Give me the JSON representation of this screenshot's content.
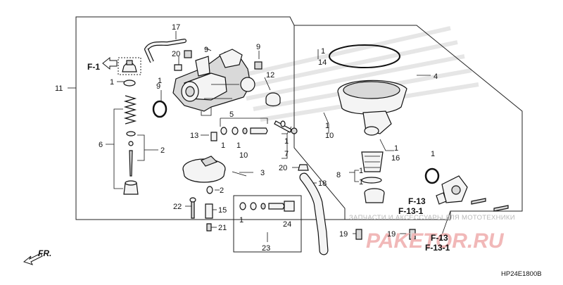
{
  "diagram": {
    "code": "HP24E1800B",
    "direction_label": "FR.",
    "ref_left": "F-1",
    "ref_lower_1": "F-13",
    "ref_lower_2": "F-13-1",
    "ref_right_1": "F-13",
    "ref_right_2": "F-13-1",
    "watermark_text": "ЗАПЧАСТИ И АКСЕССУАРЫ ДЛЯ МОТОТЕХНИКИ",
    "watermark_logo": "PAKETOR.RU"
  },
  "callouts": [
    {
      "id": "c17",
      "text": "17"
    },
    {
      "id": "c9a",
      "text": "9"
    },
    {
      "id": "c20a",
      "text": "20"
    },
    {
      "id": "c9b",
      "text": "9"
    },
    {
      "id": "c1a",
      "text": "1"
    },
    {
      "id": "c14",
      "text": "14"
    },
    {
      "id": "c4",
      "text": "4"
    },
    {
      "id": "c11",
      "text": "11"
    },
    {
      "id": "c1b",
      "text": "1"
    },
    {
      "id": "c1c",
      "text": "1"
    },
    {
      "id": "c9c",
      "text": "9"
    },
    {
      "id": "c12",
      "text": "12"
    },
    {
      "id": "c1d",
      "text": "1"
    },
    {
      "id": "c10a",
      "text": "10"
    },
    {
      "id": "c5",
      "text": "5"
    },
    {
      "id": "c6",
      "text": "6"
    },
    {
      "id": "c2a",
      "text": "2"
    },
    {
      "id": "c13",
      "text": "13"
    },
    {
      "id": "c1e",
      "text": "1"
    },
    {
      "id": "c1f",
      "text": "1"
    },
    {
      "id": "c10b",
      "text": "10"
    },
    {
      "id": "c1g",
      "text": "1"
    },
    {
      "id": "c7",
      "text": "7"
    },
    {
      "id": "c1h",
      "text": "1"
    },
    {
      "id": "c16",
      "text": "16"
    },
    {
      "id": "c1i",
      "text": "1"
    },
    {
      "id": "c20b",
      "text": "20"
    },
    {
      "id": "c3",
      "text": "3"
    },
    {
      "id": "c1j",
      "text": "1"
    },
    {
      "id": "c8",
      "text": "8"
    },
    {
      "id": "c1k",
      "text": "1"
    },
    {
      "id": "c18",
      "text": "18"
    },
    {
      "id": "c2b",
      "text": "2"
    },
    {
      "id": "c22",
      "text": "22"
    },
    {
      "id": "c15",
      "text": "15"
    },
    {
      "id": "c21",
      "text": "21"
    },
    {
      "id": "c1l",
      "text": "1"
    },
    {
      "id": "c24",
      "text": "24"
    },
    {
      "id": "c23",
      "text": "23"
    },
    {
      "id": "c19a",
      "text": "19"
    },
    {
      "id": "c19b",
      "text": "19"
    }
  ]
}
